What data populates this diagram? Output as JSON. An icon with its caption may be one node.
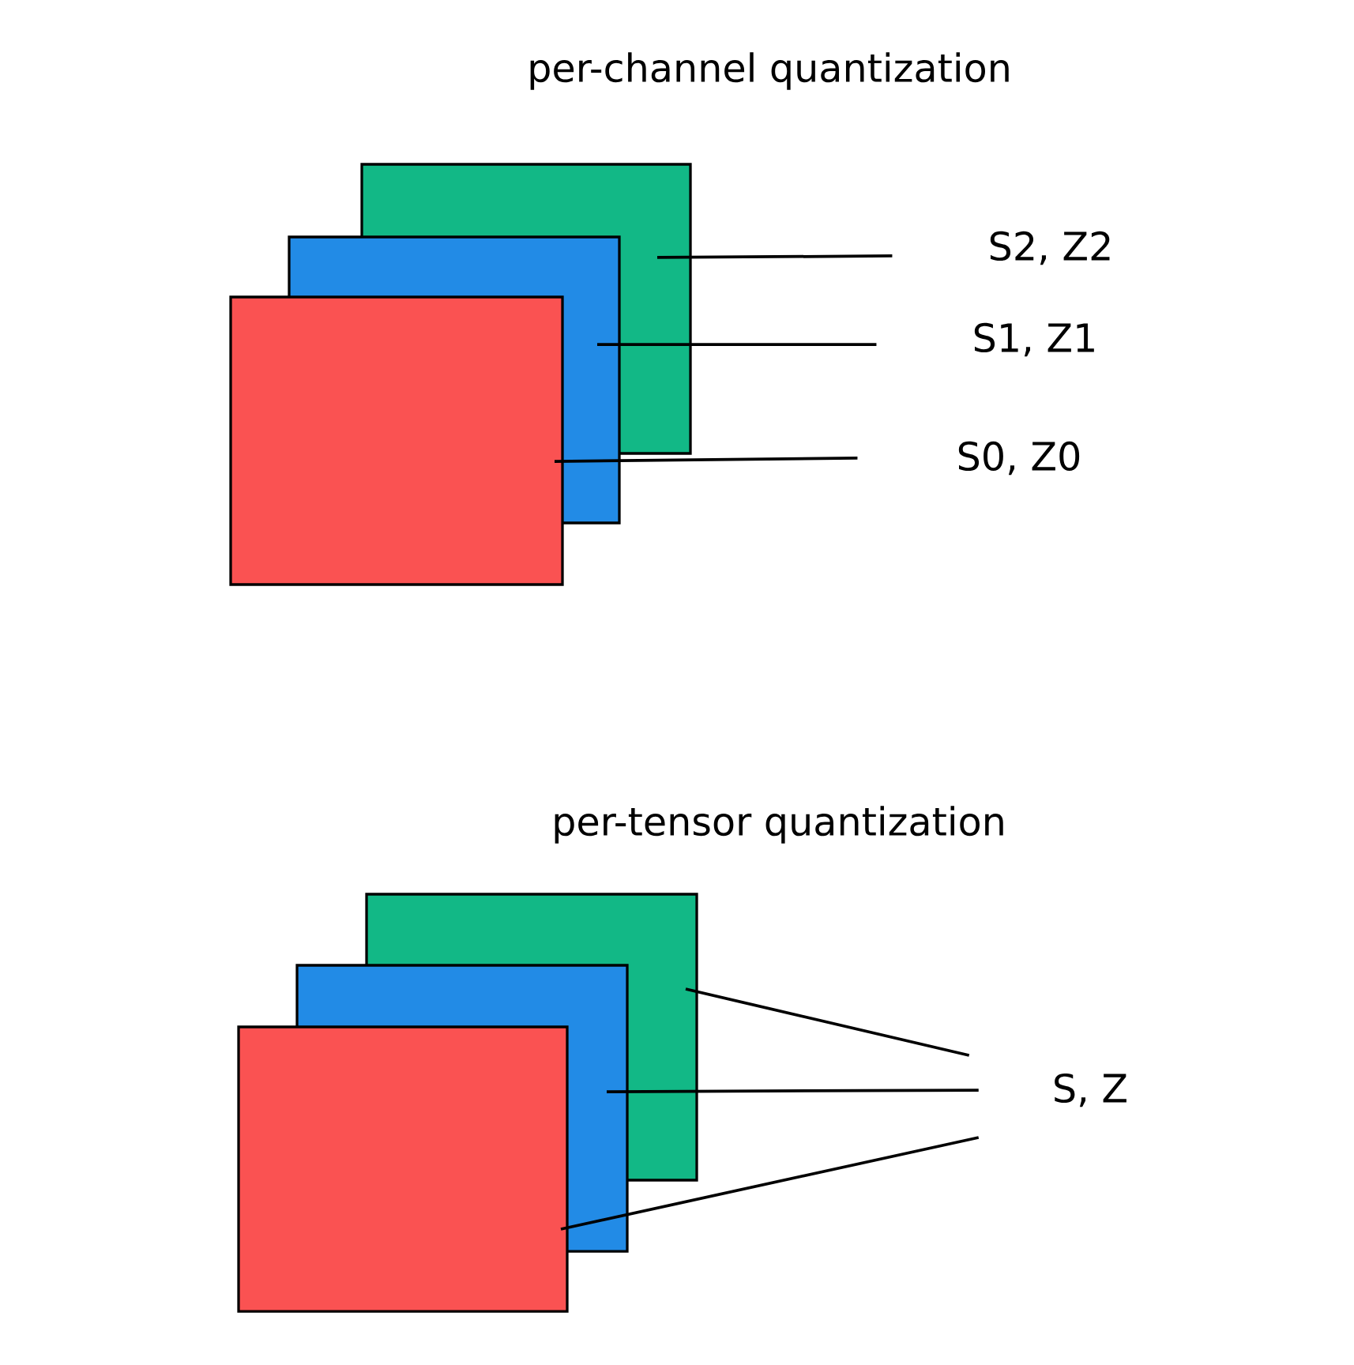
{
  "diagram": {
    "nodes": [
      {
        "text": [],
        "shape": "box"
      },
      {
        "text": [],
        "shape": "box"
      },
      {
        "text": [],
        "shape": "box"
      },
      {
        "text": [
          "S2, Z2"
        ]
      },
      {
        "text": [
          "S1, Z1"
        ]
      },
      {
        "text": [
          "S0, Z0"
        ]
      },
      {
        "text": [],
        "shape": "box"
      },
      {
        "text": [],
        "shape": "box"
      },
      {
        "text": [],
        "shape": "box"
      },
      {
        "text": [
          "S, Z"
        ]
      }
    ],
    "edges": [
      {
        "from": 3,
        "to": 0,
        "arrow": "none"
      },
      {
        "from": 4,
        "to": 1,
        "arrow": "none"
      },
      {
        "from": 5,
        "to": 2,
        "arrow": "none"
      },
      {
        "from": 9,
        "to": 6,
        "arrow": "none"
      },
      {
        "from": 9,
        "to": 7,
        "arrow": "none"
      },
      {
        "from": 9,
        "to": 8,
        "arrow": "none"
      }
    ],
    "labels": [
      "per-channel quantization",
      "per-tensor quantization"
    ]
  }
}
